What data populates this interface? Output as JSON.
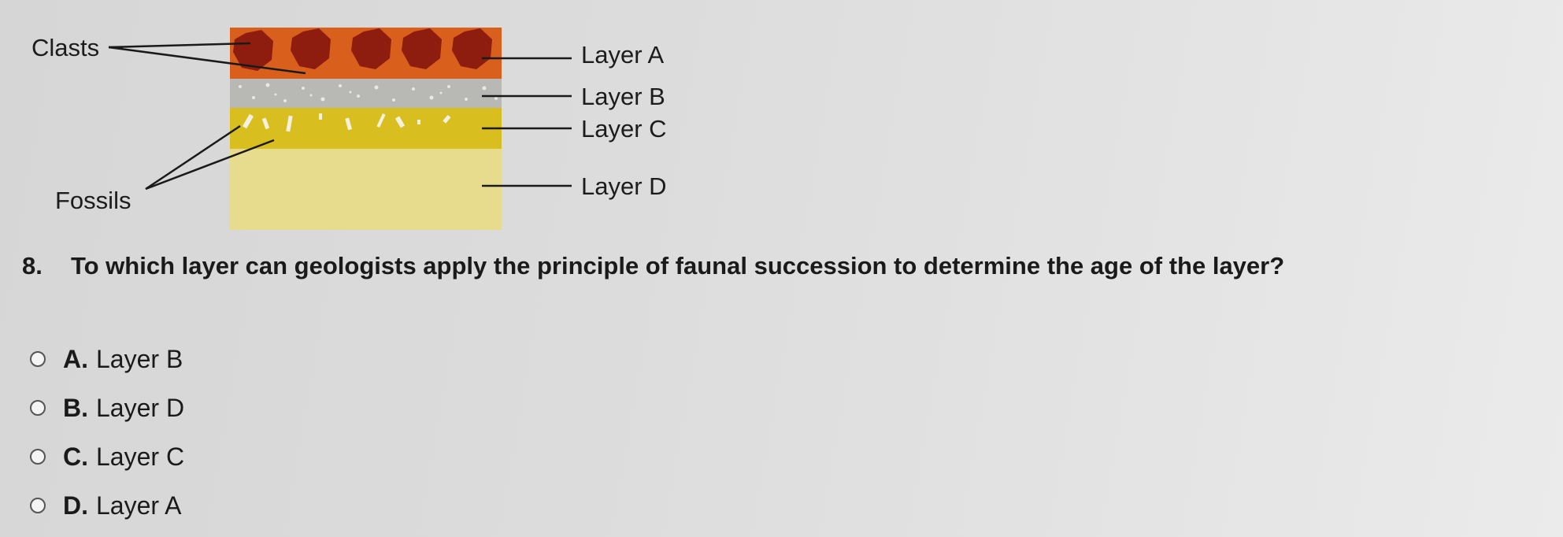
{
  "diagram": {
    "clasts_label": "Clasts",
    "fossils_label": "Fossils",
    "layers": [
      {
        "label": "Layer A",
        "color": "#d95f1c"
      },
      {
        "label": "Layer B",
        "color": "#b8b8b4"
      },
      {
        "label": "Layer C",
        "color": "#d8be1e"
      },
      {
        "label": "Layer D",
        "color": "#e7dc8e"
      }
    ],
    "clast_color": "#8e1d0f"
  },
  "question": {
    "number": "8.",
    "text": "To which layer can geologists apply the principle of faunal succession to determine the age of the layer?"
  },
  "options": [
    {
      "letter": "A.",
      "text": "Layer B"
    },
    {
      "letter": "B.",
      "text": "Layer D"
    },
    {
      "letter": "C.",
      "text": "Layer C"
    },
    {
      "letter": "D.",
      "text": "Layer A"
    }
  ]
}
